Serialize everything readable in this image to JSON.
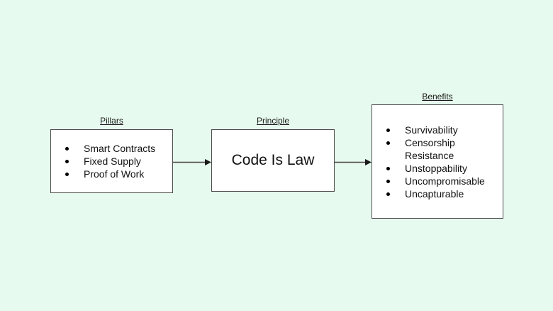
{
  "colors": {
    "background": "#e7faef",
    "box_fill": "#ffffff",
    "box_border": "#4d4d4d",
    "arrow": "#424242",
    "text": "#111111"
  },
  "diagram": {
    "nodes": [
      {
        "label": "Pillars",
        "type": "bullets",
        "items": [
          "Smart Contracts",
          "Fixed Supply",
          "Proof of Work"
        ]
      },
      {
        "label": "Principle",
        "type": "title",
        "title": "Code Is Law"
      },
      {
        "label": "Benefits",
        "type": "bullets",
        "items": [
          "Survivability",
          "Censorship Resistance",
          "Unstoppability",
          "Uncompromisable",
          "Uncapturable"
        ]
      }
    ],
    "connectors": [
      {
        "from": "Pillars",
        "to": "Principle",
        "direction": "right"
      },
      {
        "from": "Principle",
        "to": "Benefits",
        "direction": "right"
      }
    ]
  }
}
